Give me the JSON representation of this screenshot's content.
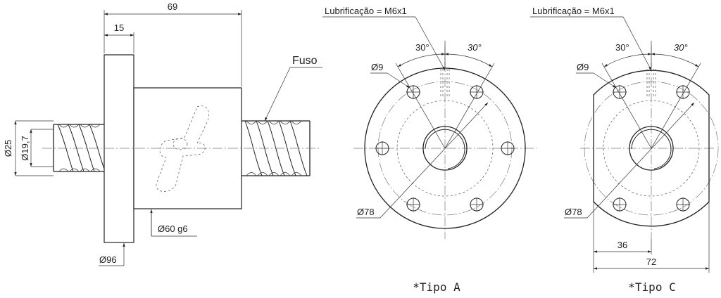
{
  "side_view": {
    "dim_length": "69",
    "dim_flange": "15",
    "dim_screw_outer": "Ø25",
    "dim_screw_root": "Ø19,7",
    "dim_body": "Ø60 g6",
    "dim_flange_dia": "Ø96",
    "label_screw": "Fuso"
  },
  "tipo_a": {
    "lubrication": "Lubrificação = M6x1",
    "angle_left": "30°",
    "angle_right": "30°",
    "hole_dia": "Ø9",
    "bolt_circle": "Ø78",
    "caption": "*Tipo A"
  },
  "tipo_c": {
    "lubrication": "Lubrificação = M6x1",
    "angle_left": "30°",
    "angle_right": "30°",
    "hole_dia": "Ø9",
    "bolt_circle": "Ø78",
    "dim_half_width": "36",
    "dim_width": "72",
    "caption": "*Tipo C"
  }
}
